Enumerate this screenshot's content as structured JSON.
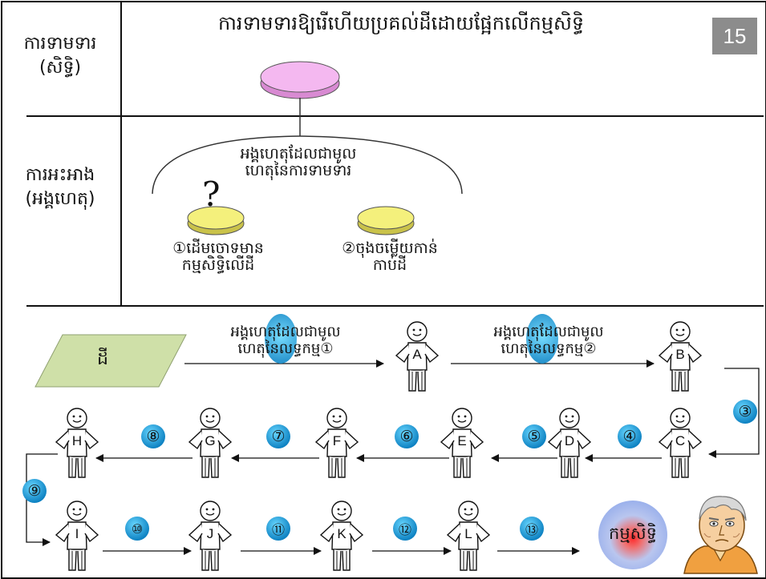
{
  "page_number": "15",
  "header": {
    "claim_label_1": "ការទាមទារ",
    "claim_label_2": "(សិទ្ធិ)",
    "defense_label_1": "ការអះអាង",
    "defense_label_2": "(អង្គហេតុ)",
    "title": "ការទាមទារឱ្យរើហើយប្រគល់ដីដោយផ្អែកលើកម្មសិទ្ធិ"
  },
  "requirement_diagram": {
    "heading_line1": "អង្គហេតុដែលជាមូល",
    "heading_line2": "ហេតុនៃការទាមទារ",
    "question_mark": "?",
    "item1_line1": "①ដើមចោទមាន",
    "item1_line2": "កម្មសិទ្ធិលើដី",
    "item2_line1": "②ចុងចម្លើយកាន់",
    "item2_line2": "កាប់ដី",
    "colors": {
      "claim_disc": "#f4b8f0",
      "fact_disc": "#f4f07c"
    }
  },
  "chain": {
    "land_label": "ដី",
    "transfer1_line1": "អង្គហេតុដែលជាមូល",
    "transfer1_line2": "ហេតុនៃលទ្ធកម្ម①",
    "transfer2_line1": "អង្គហេតុដែលជាមូល",
    "transfer2_line2": "ហេតុនៃលទ្ធកម្ម②",
    "persons": [
      "A",
      "B",
      "C",
      "D",
      "E",
      "F",
      "G",
      "H",
      "I",
      "J",
      "K",
      "L"
    ],
    "step_marks": [
      "③",
      "④",
      "⑤",
      "⑥",
      "⑦",
      "⑧",
      "⑨",
      "⑩",
      "⑪",
      "⑫",
      "⑬"
    ],
    "ownership_label": "កម្មសិទ្ធិ",
    "colors": {
      "land": "#cfe0a8",
      "step_circle": "#1a9ad8"
    }
  }
}
